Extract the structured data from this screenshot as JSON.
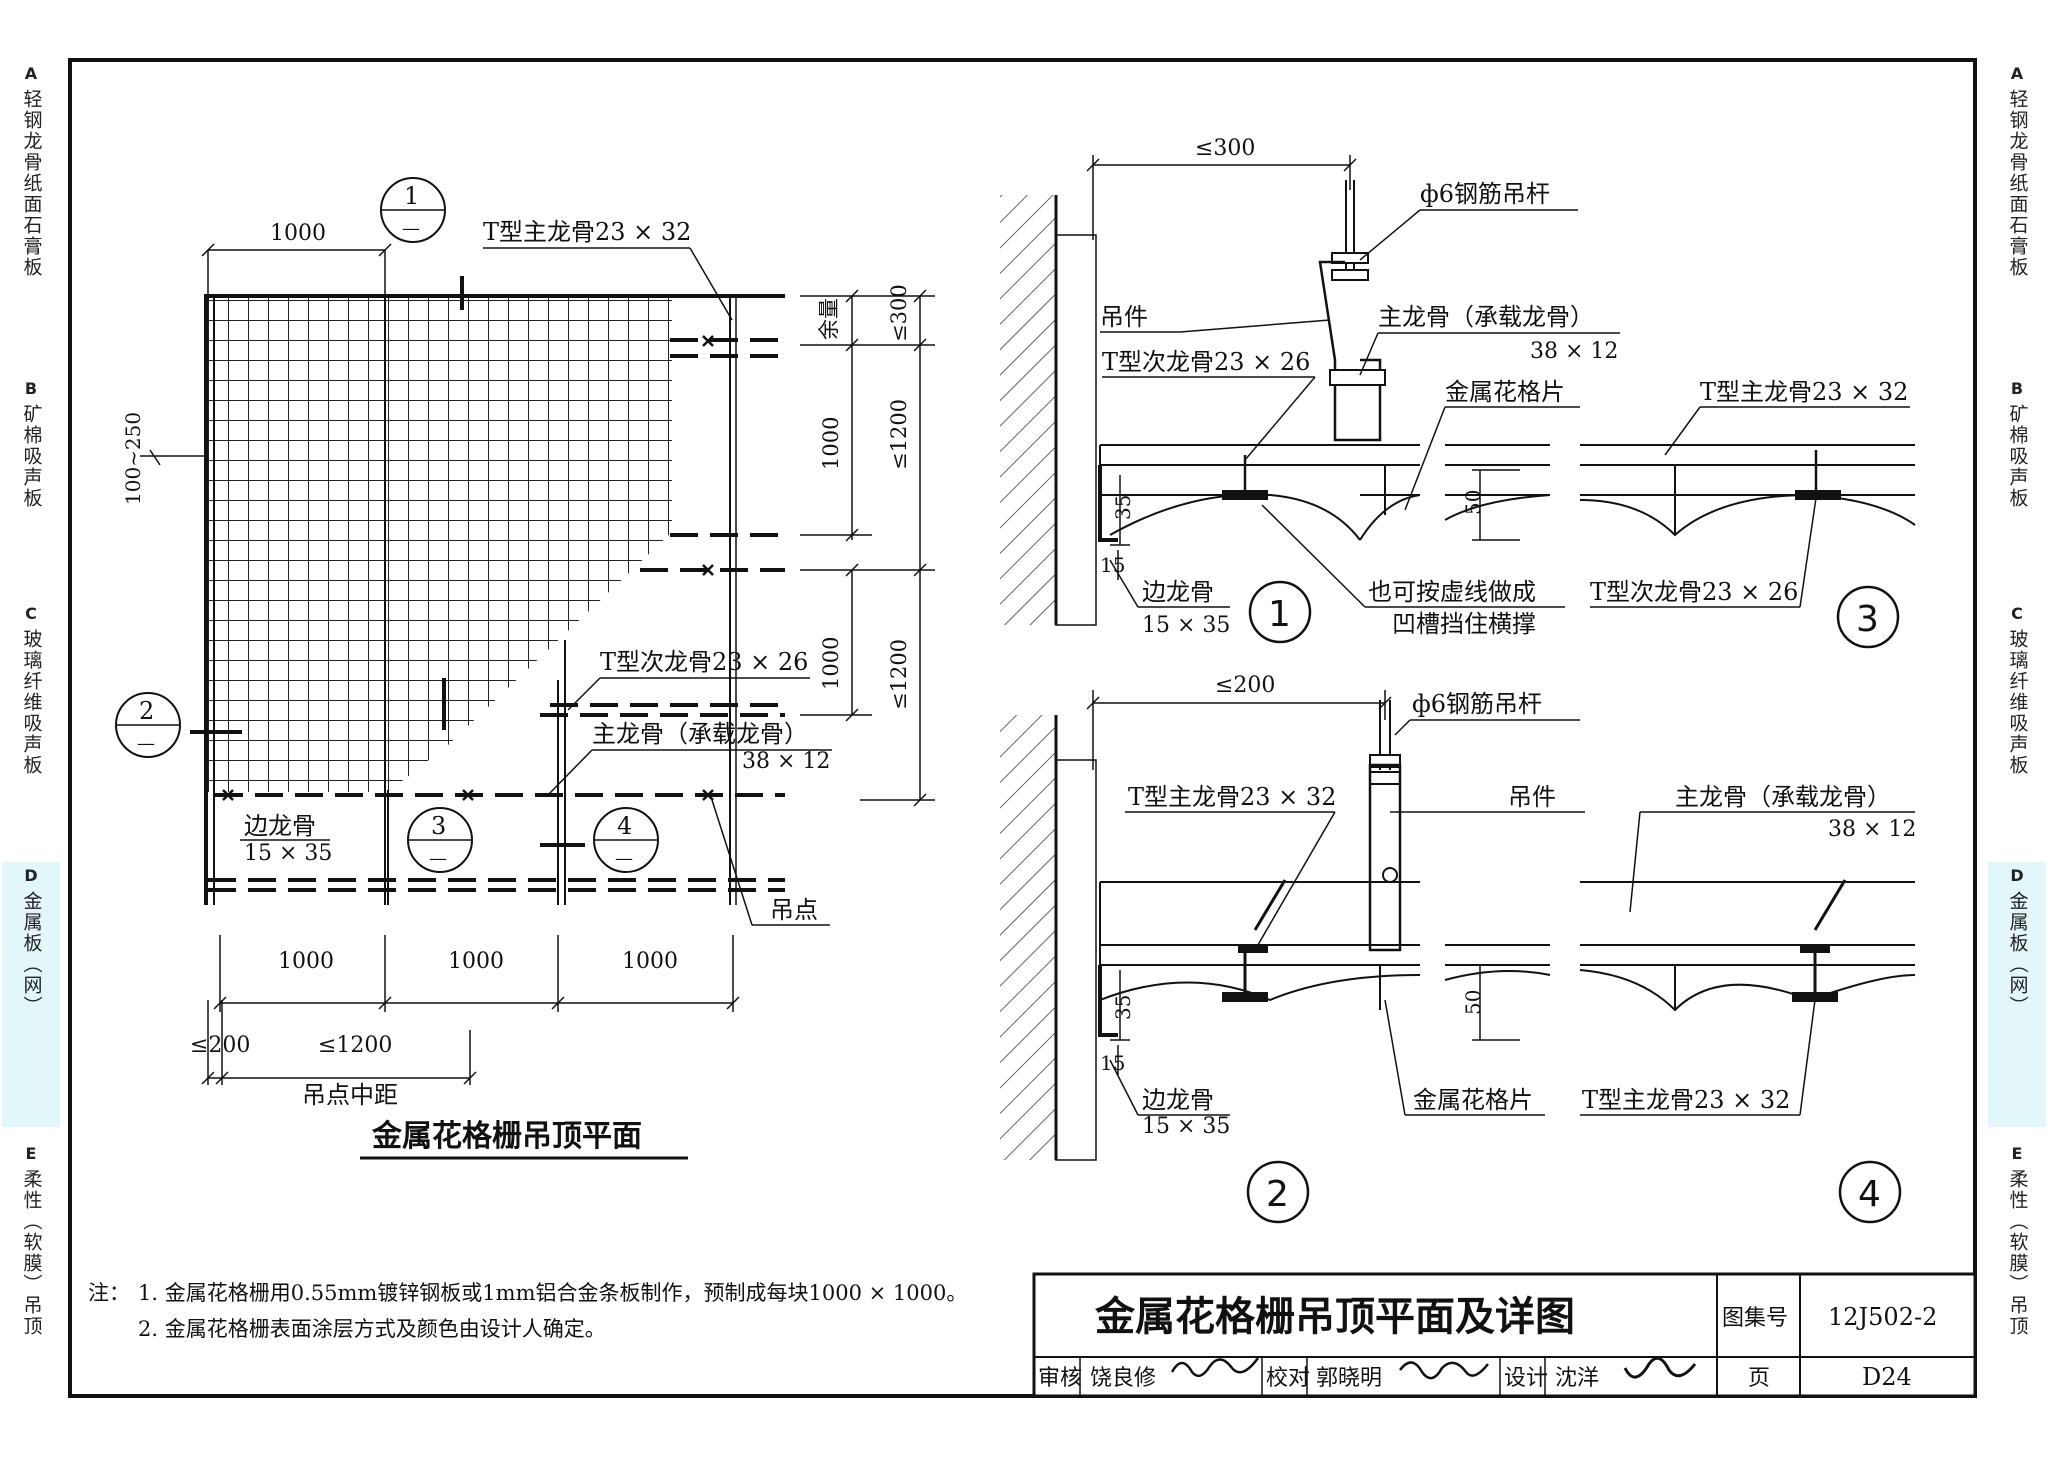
{
  "side_tabs": [
    {
      "letter": "A",
      "label": "轻钢龙骨纸面石膏板",
      "active": false
    },
    {
      "letter": "B",
      "label": "矿棉吸声板",
      "active": false
    },
    {
      "letter": "C",
      "label": "玻璃纤维吸声板",
      "active": false
    },
    {
      "letter": "D",
      "label": "金属板（网）",
      "active": true
    },
    {
      "letter": "E",
      "label": "柔性（软膜）吊顶",
      "active": false
    }
  ],
  "plan": {
    "title": "金属花格栅吊顶平面",
    "dim_top": "1000",
    "main_keel": "T型主龙骨23 × 32",
    "margin_label": "余量",
    "dim_le300": "≤300",
    "dim_1000_a": "1000",
    "dim_1000_b": "1000",
    "dim_le1200_a": "≤1200",
    "dim_le1200_b": "≤1200",
    "dim_100_250": "100~250",
    "sub_keel": "T型次龙骨23 × 26",
    "bearing_keel": "主龙骨（承载龙骨）",
    "bearing_size": "38 × 12",
    "edge_keel": "边龙骨",
    "edge_size": "15 × 35",
    "hang_point": "吊点",
    "dim_bottom": [
      "1000",
      "1000",
      "1000"
    ],
    "dim_le200": "≤200",
    "dim_le1200_c": "≤1200",
    "hang_spacing": "吊点中距",
    "callouts": [
      {
        "num": "1",
        "sub": "—"
      },
      {
        "num": "2",
        "sub": "—"
      },
      {
        "num": "3",
        "sub": "—"
      },
      {
        "num": "4",
        "sub": "—"
      }
    ]
  },
  "detail_top": {
    "dim_le300": "≤300",
    "rod": "ф6钢筋吊杆",
    "hanger": "吊件",
    "bearing_keel": "主龙骨（承载龙骨）",
    "bearing_size": "38 × 12",
    "sub_keel": "T型次龙骨23 × 26",
    "grille": "金属花格片",
    "main_keel": "T型主龙骨23 × 32",
    "dim_35": "35",
    "dim_15": "15",
    "dim_50": "50",
    "edge_keel": "边龙骨",
    "edge_size": "15 × 35",
    "note_line1": "也可按虚线做成",
    "note_line2": "凹槽挡住横撑",
    "sub_keel_r": "T型次龙骨23 × 26",
    "num_left": "1",
    "num_right": "3"
  },
  "detail_bottom": {
    "dim_le200": "≤200",
    "rod": "ф6钢筋吊杆",
    "main_keel": "T型主龙骨23 × 32",
    "hanger": "吊件",
    "bearing_keel": "主龙骨（承载龙骨）",
    "bearing_size": "38 × 12",
    "dim_35": "35",
    "dim_15": "15",
    "dim_50": "50",
    "edge_keel": "边龙骨",
    "edge_size": "15 × 35",
    "grille": "金属花格片",
    "main_keel_r": "T型主龙骨23 × 32",
    "num_left": "2",
    "num_right": "4"
  },
  "notes": {
    "prefix": "注：",
    "line1": "1. 金属花格栅用0.55mm镀锌钢板或1mm铝合金条板制作，预制成每块1000 × 1000。",
    "line2": "2. 金属花格栅表面涂层方式及颜色由设计人确定。"
  },
  "title_block": {
    "title": "金属花格栅吊顶平面及详图",
    "atlas_label": "图集号",
    "atlas_no": "12J502-2",
    "review_label": "审核",
    "reviewer": "饶良修",
    "check_label": "校对",
    "checker": "郭晓明",
    "design_label": "设计",
    "designer": "沈洋",
    "page_label": "页",
    "page_no": "D24"
  }
}
